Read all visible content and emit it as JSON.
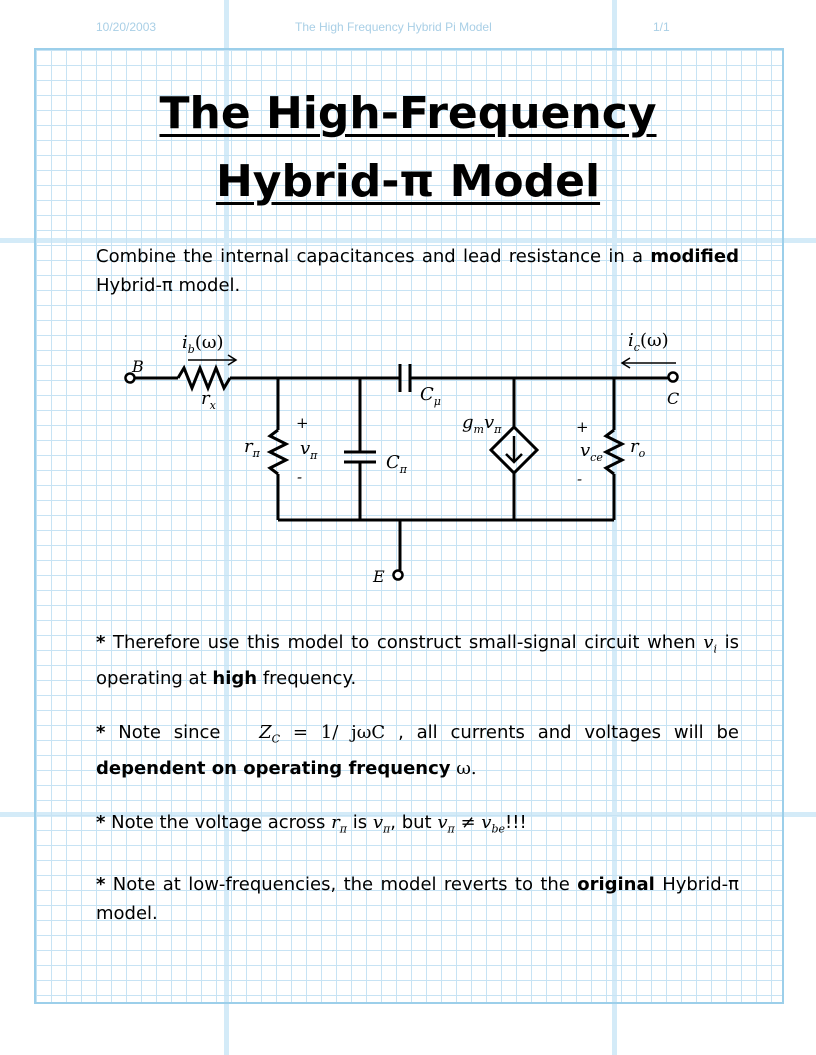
{
  "header": {
    "date": "10/20/2003",
    "doc_title": "The High Frequency Hybrid Pi Model",
    "page": "1/1"
  },
  "title": {
    "line1": "The High-Frequency",
    "line2": "Hybrid-π Model"
  },
  "intro": {
    "text_a": "Combine the internal capacitances and lead resistance in a",
    "bold": "modified",
    "text_b": "Hybrid-π model."
  },
  "circuit": {
    "node_b": "B",
    "node_c": "C",
    "node_e": "E",
    "ib": "i",
    "ib_sub": "b",
    "ib_arg": "(ω)",
    "ic": "i",
    "ic_sub": "c",
    "ic_arg": "(ω)",
    "rx": "r",
    "rx_sub": "x",
    "rpi": "r",
    "rpi_sub": "π",
    "vpi": "v",
    "vpi_sub": "π",
    "cpi": "C",
    "cpi_sub": "π",
    "cmu": "C",
    "cmu_sub": "μ",
    "gm": "g",
    "gm_sub": "m",
    "gm_v": "v",
    "gm_v_sub": "π",
    "vce": "v",
    "vce_sub": "ce",
    "ro": "r",
    "ro_sub": "o",
    "plus": "+",
    "minus": "-"
  },
  "notes": [
    {
      "star": "*",
      "a": "Therefore use this model to construct small-signal circuit when",
      "vi": "v",
      "vi_sub": "i",
      "b": "is operating at",
      "bold": "high",
      "c": "frequency."
    },
    {
      "star": "*",
      "a": "Note since",
      "eq": "Z",
      "eq_sub": "C",
      "eq_rest": " = 1/ jωC",
      "b": ", all currents and voltages will be",
      "bold": "dependent on operating frequency",
      "c": "ω."
    },
    {
      "star": "*",
      "a": "Note the voltage across",
      "r": "r",
      "r_sub": "π",
      "b": "is",
      "v1": "v",
      "v1_sub": "π",
      "c": ", but",
      "v2": "v",
      "v2_sub": "π",
      "neq": " ≠ ",
      "v3": "v",
      "v3_sub": "be",
      "d": "!!!"
    },
    {
      "star": "*",
      "a": "Note at low-frequencies, the model reverts to the",
      "bold": "original",
      "b": "Hybrid-π model."
    }
  ]
}
